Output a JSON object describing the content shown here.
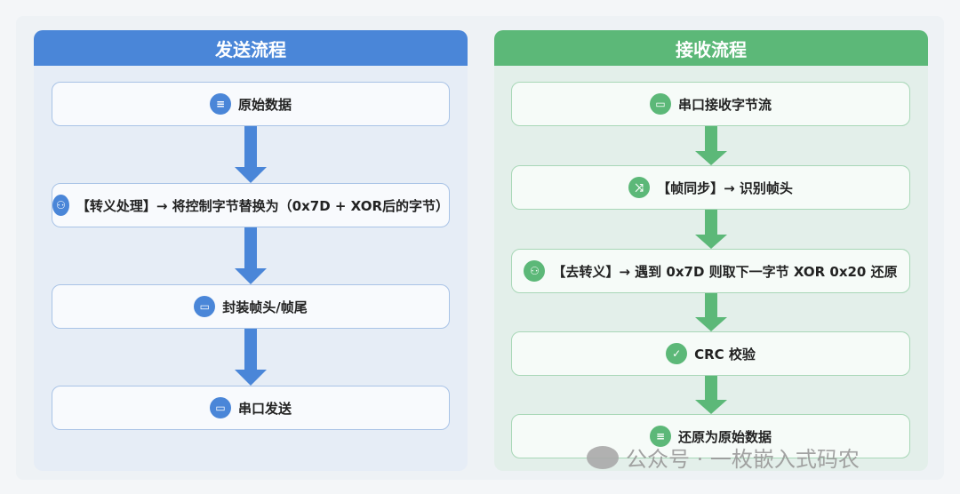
{
  "send": {
    "title": "发送流程",
    "steps": [
      {
        "icon": "database-icon",
        "label": "原始数据"
      },
      {
        "icon": "hierarchy-icon",
        "label": "【转义处理】→ 将控制字节替换为（0x7D + XOR后的字节）"
      },
      {
        "icon": "archive-box-icon",
        "label": "封装帧头/帧尾"
      },
      {
        "icon": "serial-port-icon",
        "label": "串口发送"
      }
    ]
  },
  "receive": {
    "title": "接收流程",
    "steps": [
      {
        "icon": "serial-port-icon",
        "label": "串口接收字节流"
      },
      {
        "icon": "shuffle-icon",
        "label": "【帧同步】→ 识别帧头"
      },
      {
        "icon": "hierarchy-icon",
        "label": "【去转义】→ 遇到 0x7D 则取下一字节 XOR 0x20 还原"
      },
      {
        "icon": "shield-check-icon",
        "label": "CRC 校验"
      },
      {
        "icon": "database-icon",
        "label": "还原为原始数据"
      }
    ]
  },
  "watermark": "公众号 · 一枚嵌入式码农",
  "colors": {
    "send": "#4a86d8",
    "receive": "#5cb878"
  }
}
